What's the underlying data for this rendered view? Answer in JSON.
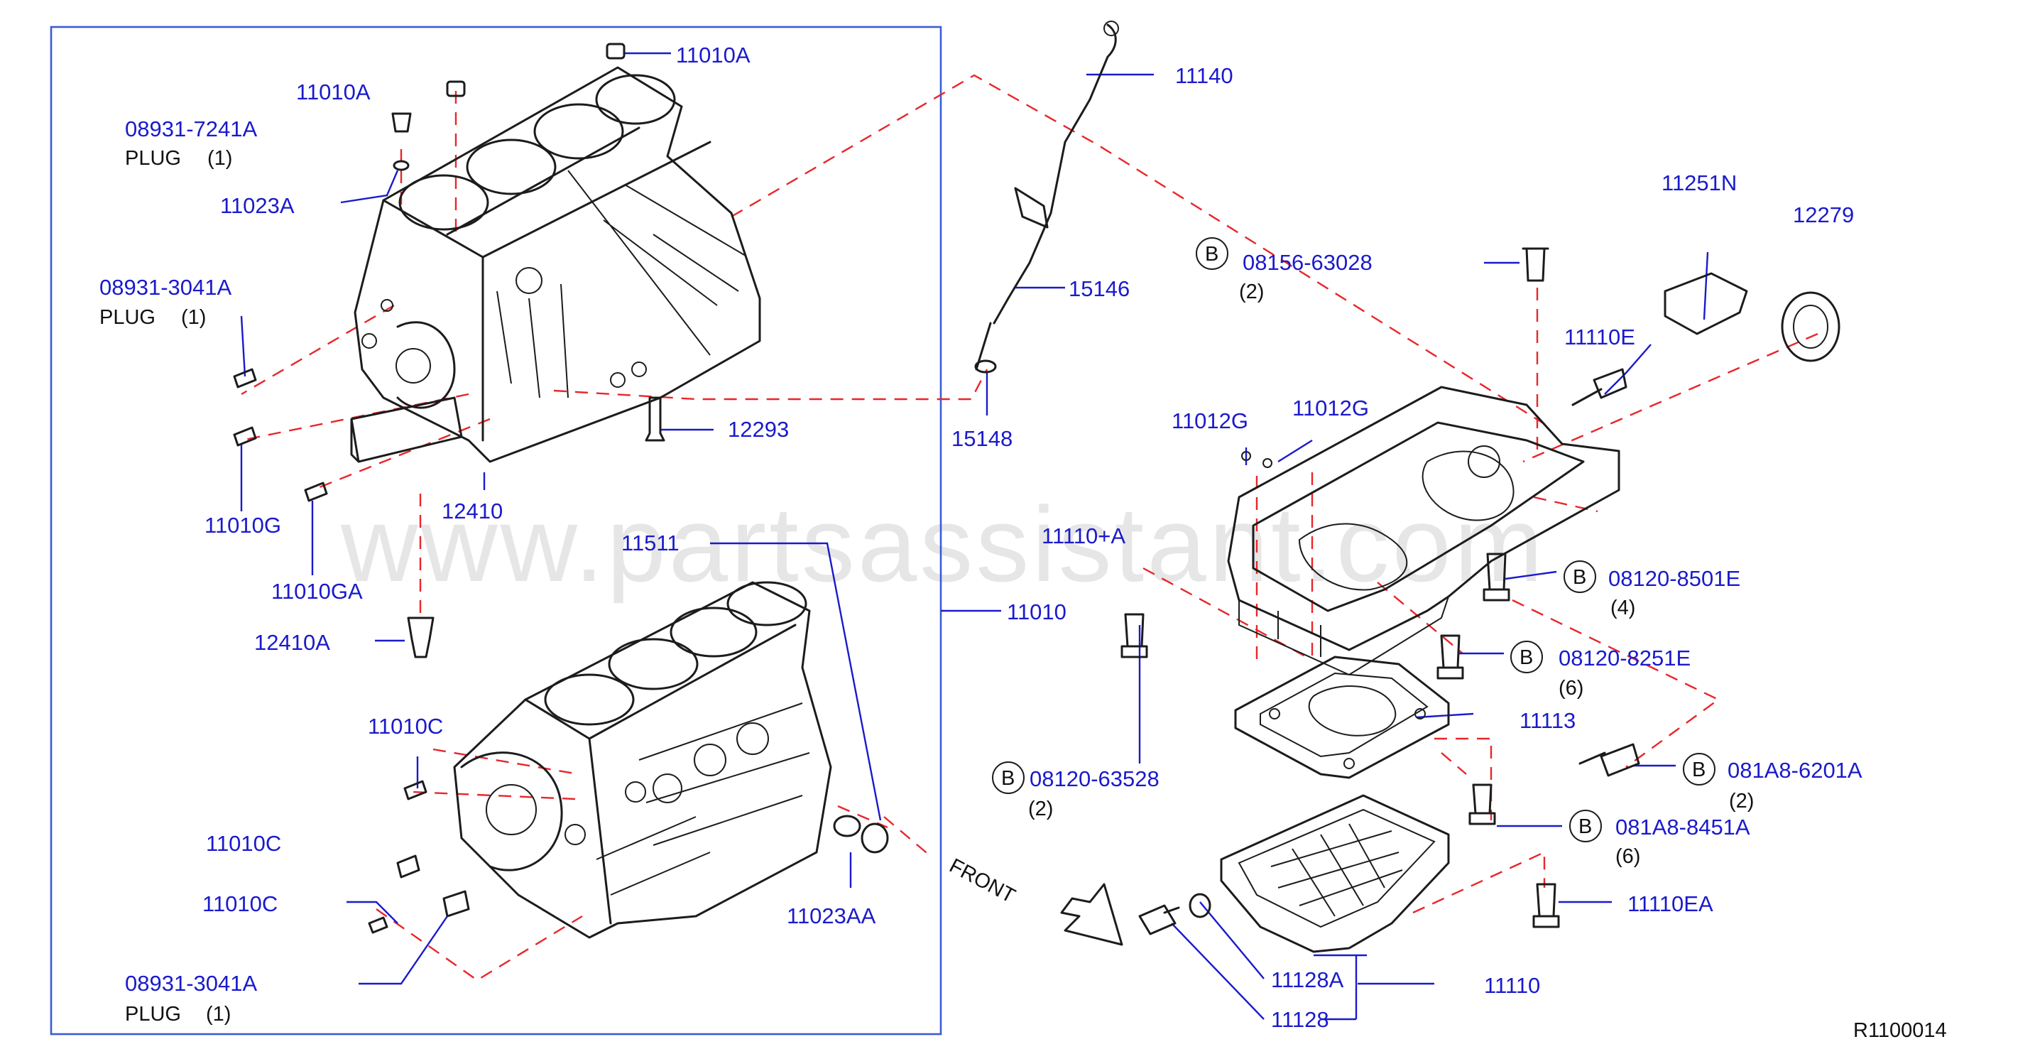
{
  "watermark": "www.partsassistant.com",
  "diagram_code": "R1100014",
  "front_label": "FRONT",
  "colors": {
    "part_number": "#1a1acc",
    "dashed_guide": "#e8262a",
    "frame": "#3b5bd6",
    "ink": "#1c1c1c"
  },
  "labels": {
    "p11010A_top": "11010A",
    "p11010A_left": "11010A",
    "p08931_7241A": "08931-7241A",
    "plug1": "PLUG",
    "plug1_qty": "(1)",
    "p11023A": "11023A",
    "p08931_3041A_upper": "08931-3041A",
    "plug2": "PLUG",
    "plug2_qty": "(1)",
    "p11010G": "11010G",
    "p11010GA": "11010GA",
    "p12410": "12410",
    "p12410A": "12410A",
    "p12293": "12293",
    "p11140": "11140",
    "p15146": "15146",
    "p15148": "15148",
    "p11511": "11511",
    "p11010": "11010",
    "p11010C_1": "11010C",
    "p11010C_2": "11010C",
    "p11010C_3": "11010C",
    "p08931_3041A_lower": "08931-3041A",
    "plug3": "PLUG",
    "plug3_qty": "(1)",
    "p11023AA": "11023AA",
    "p08156_63028": "08156-63028",
    "q08156_63028": "(2)",
    "p11251N": "11251N",
    "p12279": "12279",
    "p11110E": "11110E",
    "p11012G_1": "11012G",
    "p11012G_2": "11012G",
    "p11110A": "11110+A",
    "p08120_8501E": "08120-8501E",
    "q08120_8501E": "(4)",
    "p08120_8251E": "08120-8251E",
    "q08120_8251E": "(6)",
    "p11113": "11113",
    "p08120_63528": "08120-63528",
    "q08120_63528": "(2)",
    "p081A8_6201A": "081A8-6201A",
    "q081A8_6201A": "(2)",
    "p081A8_8451A": "081A8-8451A",
    "q081A8_8451A": "(6)",
    "p11110EA": "11110EA",
    "p11128A": "11128A",
    "p11110": "11110",
    "p11128": "11128",
    "b_badge": "B"
  }
}
